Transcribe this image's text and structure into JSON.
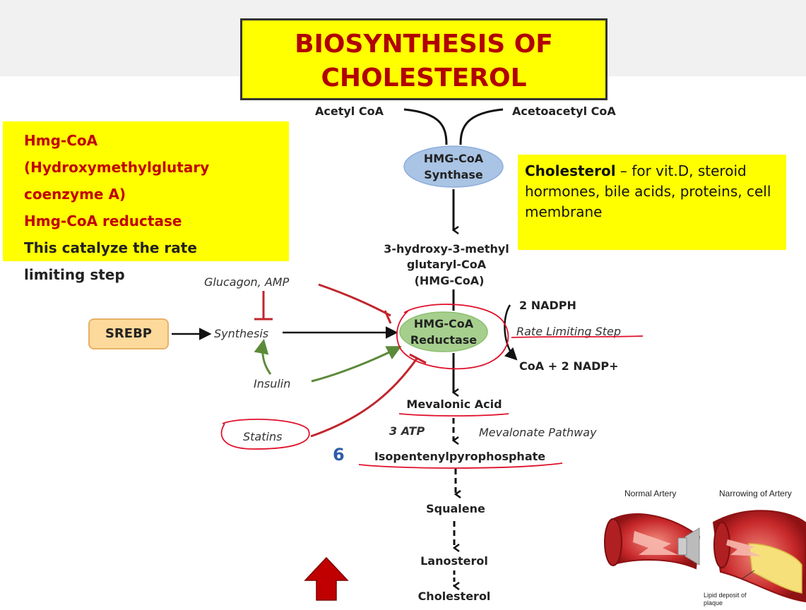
{
  "title": {
    "line1": "BIOSYNTHESIS  OF",
    "line2": "CHOLESTEROL"
  },
  "note_left": {
    "line1": "Hmg-CoA",
    "line2": "(Hydroxymethylglutary",
    "line3": "coenzyme A)",
    "line4": "Hmg-CoA reductase",
    "line5": "This catalyze the rate",
    "line6": "limiting step"
  },
  "note_right": {
    "bold": "Cholesterol",
    "text": " – for vit.D, steroid hormones, bile acids, proteins, cell membrane"
  },
  "pathway": {
    "acetyl_coa": "Acetyl CoA",
    "acetoacetyl_coa": "Acetoacetyl CoA",
    "synthase_line1": "HMG-CoA",
    "synthase_line2": "Synthase",
    "hmg_line1": "3-hydroxy-3-methyl",
    "hmg_line2": "glutaryl-CoA",
    "hmg_line3": "(HMG-CoA)",
    "reductase_line1": "HMG-CoA",
    "reductase_line2": "Reductase",
    "nadph": "2 NADPH",
    "rate_limiting": "Rate Limiting Step",
    "coa_nadp": "CoA + 2 NADP+",
    "mevalonic": "Mevalonic Acid",
    "atp": "3 ATP",
    "mevalonate_pathway": "Mevalonate Pathway",
    "isopentenyl": "Isopentenylpyrophosphate",
    "squalene": "Squalene",
    "lanosterol": "Lanosterol",
    "cholesterol": "Cholesterol",
    "step_number": "6"
  },
  "regulation": {
    "glucagon": "Glucagon, AMP",
    "srebp": "SREBP",
    "synthesis": "Synthesis",
    "insulin": "Insulin",
    "statins": "Statins"
  },
  "artery": {
    "normal": "Normal Artery",
    "narrowing": "Narrowing of Artery",
    "plaque_line1": "Lipid deposit of",
    "plaque_line2": "plaque"
  },
  "colors": {
    "title_bg": "#ffff00",
    "title_text": "#b00000",
    "inhibit": "#c0262d",
    "activate": "#5c8a3a",
    "annotation": "#e0102a"
  }
}
